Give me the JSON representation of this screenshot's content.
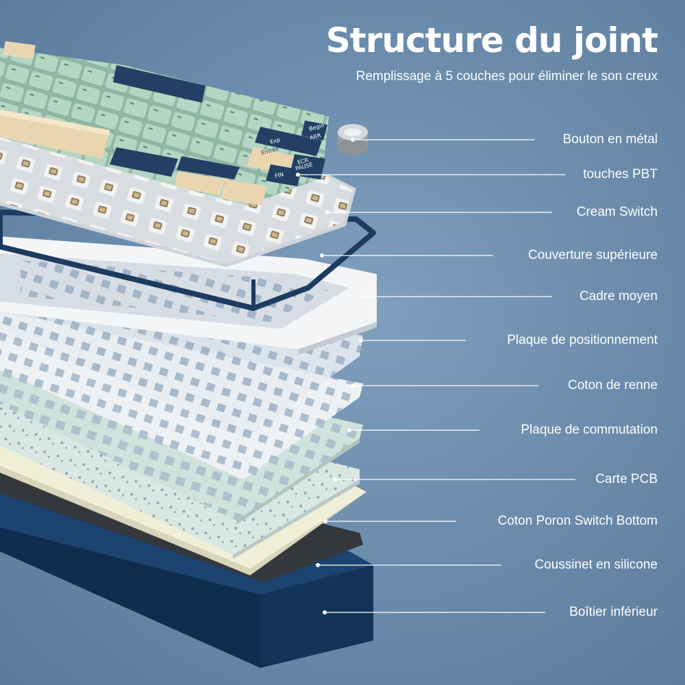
{
  "header": {
    "title": "Structure du joint",
    "subtitle": "Remplissage à 5 couches pour éliminer le son creux"
  },
  "layers": [
    {
      "label": "Bouton en métal"
    },
    {
      "label": "touches PBT"
    },
    {
      "label": "Cream Switch"
    },
    {
      "label": "Couverture supérieure"
    },
    {
      "label": "Cadre moyen"
    },
    {
      "label": "Plaque de positionnement"
    },
    {
      "label": "Coton de renne"
    },
    {
      "label": "Plaque de commutation"
    },
    {
      "label": "Carte PCB"
    },
    {
      "label": "Coton Poron Switch Bottom"
    },
    {
      "label": "Coussinet en silicone"
    },
    {
      "label": "Boîtier inférieur"
    }
  ],
  "keycaps": {
    "legends": [
      "Begin",
      "ARR",
      "Exp",
      "ECR",
      "PAUSE",
      "FIN",
      "Entrée"
    ]
  },
  "colors": {
    "background": "#6c8dad",
    "keycap_green": "#a9cdb9",
    "keycap_navy": "#233f63",
    "keycap_cream": "#e9d6b1",
    "case_navy": "#183a5e",
    "silicone": "#2b2d31",
    "poron": "#ebe9d2",
    "pcb": "#d6e6e2",
    "frame_white": "#f3f5f7"
  }
}
